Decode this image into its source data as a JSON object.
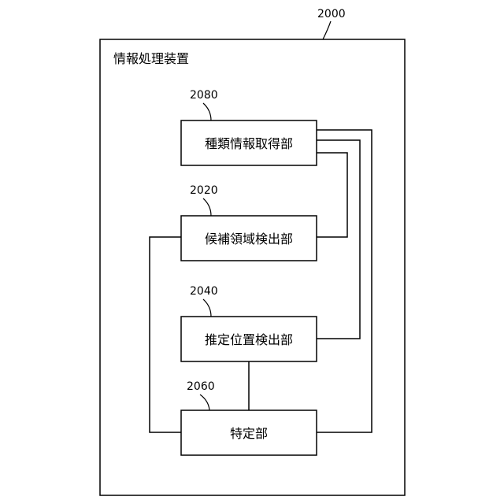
{
  "figure": {
    "reference": "2000",
    "title": "情報処理装置"
  },
  "blocks": [
    {
      "id": "type-info",
      "reference": "2080",
      "label": "種類情報取得部"
    },
    {
      "id": "candidate",
      "reference": "2020",
      "label": "候補領域検出部"
    },
    {
      "id": "estimated",
      "reference": "2040",
      "label": "推定位置検出部"
    },
    {
      "id": "identify",
      "reference": "2060",
      "label": "特定部"
    }
  ]
}
